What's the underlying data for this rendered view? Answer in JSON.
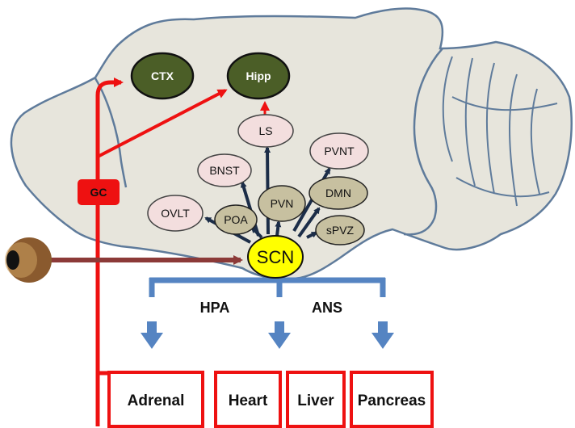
{
  "colors": {
    "brain_fill": "#e7e5dc",
    "brain_stroke": "#5f7b9b",
    "dark_green": "#4b5e27",
    "tan": "#c7c0a0",
    "pink": "#f3dede",
    "yellow": "#ffff00",
    "red": "#ee1111",
    "navy": "#1c2d48",
    "blue": "#5584c2",
    "brown": "#8c3a38"
  },
  "nodes": {
    "ctx": "CTX",
    "hipp": "Hipp",
    "ls": "LS",
    "pvnt": "PVNT",
    "bnst": "BNST",
    "pvn": "PVN",
    "dmn": "DMN",
    "ovlt": "OVLT",
    "poa": "POA",
    "spvz": "sPVZ",
    "scn": "SCN",
    "gc": "GC"
  },
  "systems": {
    "hpa": "HPA",
    "ans": "ANS"
  },
  "organs": {
    "adrenal": "Adrenal",
    "heart": "Heart",
    "liver": "Liver",
    "pancreas": "Pancreas"
  }
}
